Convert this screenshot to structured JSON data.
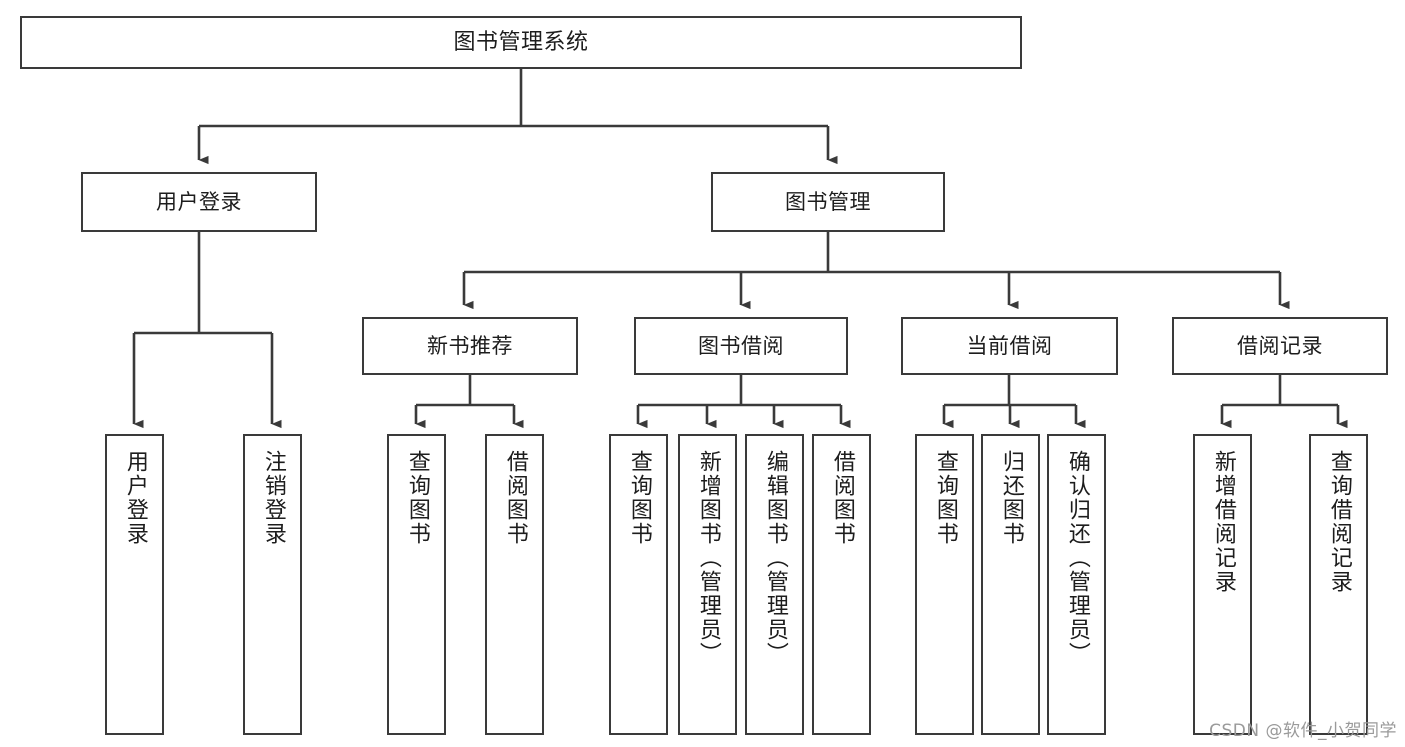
{
  "diagram": {
    "title": "图书管理系统",
    "type": "tree",
    "watermark": "CSDN @软件_小贺同学",
    "colors": {
      "box_border": "#3a3a3a",
      "box_fill": "#ffffff",
      "edge": "#3a3a3a",
      "text": "#1d1d1d",
      "watermark": "#9a9a9a",
      "background": "#ffffff"
    },
    "nodes": {
      "root": {
        "label": "图书管理系统"
      },
      "level1": [
        {
          "id": "user-login",
          "label": "用户登录"
        },
        {
          "id": "book-manage",
          "label": "图书管理"
        }
      ],
      "level2": [
        {
          "id": "new-book-recommend",
          "label": "新书推荐"
        },
        {
          "id": "book-borrow",
          "label": "图书借阅"
        },
        {
          "id": "current-borrow",
          "label": "当前借阅"
        },
        {
          "id": "borrow-record",
          "label": "借阅记录"
        }
      ],
      "leaves": {
        "user-login": [
          {
            "id": "leaf-user-login",
            "label": "用户登录"
          },
          {
            "id": "leaf-logout",
            "label": "注销登录"
          }
        ],
        "new-book-recommend": [
          {
            "id": "leaf-query-book-1",
            "label": "查询图书"
          },
          {
            "id": "leaf-borrow-book-1",
            "label": "借阅图书"
          }
        ],
        "book-borrow": [
          {
            "id": "leaf-query-book-2",
            "label": "查询图书"
          },
          {
            "id": "leaf-add-book",
            "label": "新增图书（管理员）"
          },
          {
            "id": "leaf-edit-book",
            "label": "编辑图书（管理员）"
          },
          {
            "id": "leaf-borrow-book-2",
            "label": "借阅图书"
          }
        ],
        "current-borrow": [
          {
            "id": "leaf-query-book-3",
            "label": "查询图书"
          },
          {
            "id": "leaf-return-book",
            "label": "归还图书"
          },
          {
            "id": "leaf-confirm-return",
            "label": "确认归还（管理员）"
          }
        ],
        "borrow-record": [
          {
            "id": "leaf-add-record",
            "label": "新增借阅记录"
          },
          {
            "id": "leaf-query-record",
            "label": "查询借阅记录"
          }
        ]
      }
    }
  }
}
